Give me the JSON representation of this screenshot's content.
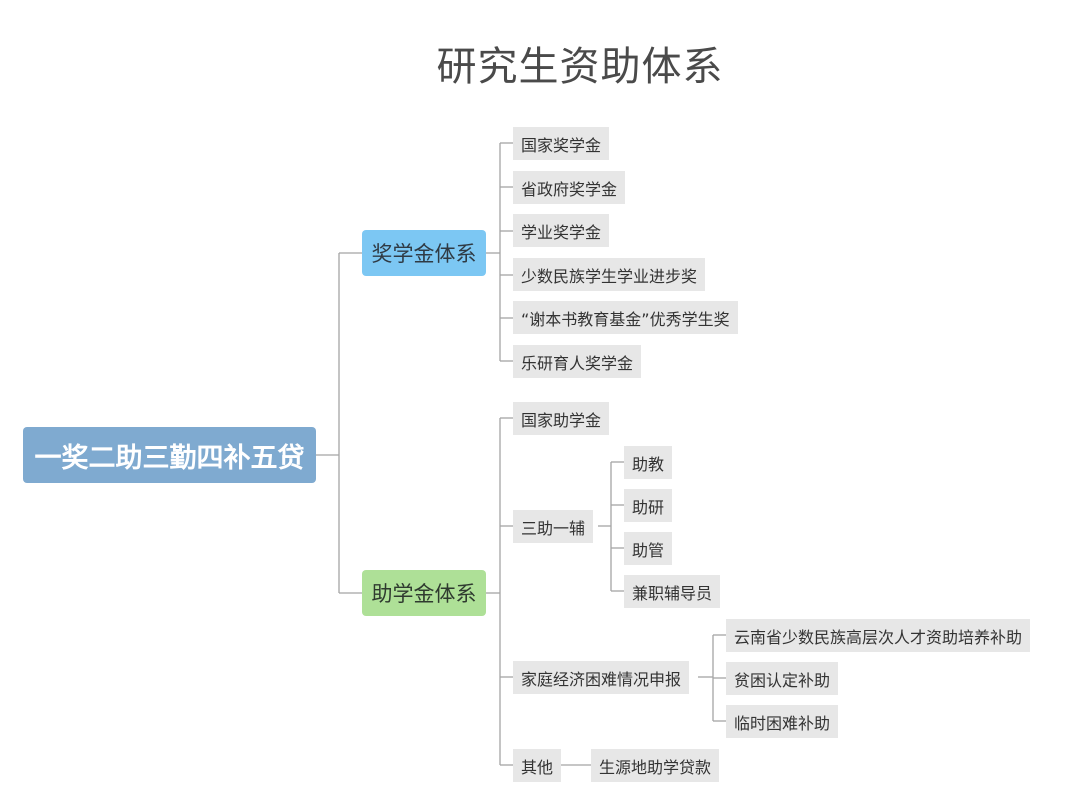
{
  "title": "研究生资助体系",
  "root": {
    "label": "一奖二助三勤四补五贷"
  },
  "scholarship": {
    "label": "奖学金体系",
    "items": [
      "国家奖学金",
      "省政府奖学金",
      "学业奖学金",
      "少数民族学生学业进步奖",
      "“谢本书教育基金”优秀学生奖",
      "乐研育人奖学金"
    ]
  },
  "aid": {
    "label": "助学金体系",
    "national": "国家助学金",
    "sanzhu": {
      "label": "三助一辅",
      "items": [
        "助教",
        "助研",
        "助管",
        "兼职辅导员"
      ]
    },
    "family": {
      "label": "家庭经济困难情况申报",
      "items": [
        "云南省少数民族高层次人才资助培养补助",
        "贫困认定补助",
        "临时困难补助"
      ]
    },
    "other": {
      "label": "其他",
      "items": [
        "生源地助学贷款"
      ]
    }
  },
  "colors": {
    "root": "#7faad0",
    "scholarship": "#7cc7f3",
    "aid": "#aee097",
    "leaf": "#e7e7e7",
    "line": "#a5a5a5"
  }
}
